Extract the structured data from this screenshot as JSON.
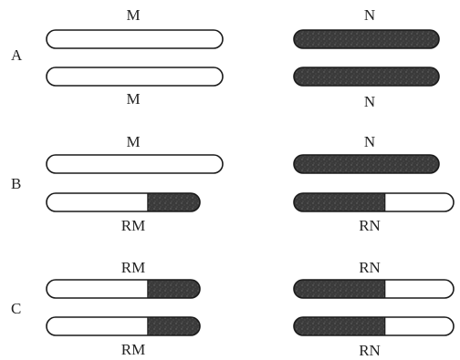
{
  "colors": {
    "outline": "#1a1a1a",
    "white_segment": "#ffffff",
    "dark_segment": "#3a3a3a",
    "background": "#ffffff"
  },
  "rows": {
    "A": "A",
    "B": "B",
    "C": "C"
  },
  "labels": {
    "A_left_top": "M",
    "A_left_bottom": "M",
    "A_right_top": "N",
    "A_right_bottom": "N",
    "B_left_top": "M",
    "B_left_bottom": "RM",
    "B_right_top": "N",
    "B_right_bottom": "RN",
    "C_left_top": "RM",
    "C_left_bottom": "RM",
    "C_right_top": "RN",
    "C_right_bottom": "RN"
  },
  "chromosomes": {
    "A_left_top": {
      "dark_fraction": 0.0,
      "dark_side": "none"
    },
    "A_left_bottom": {
      "dark_fraction": 0.0,
      "dark_side": "none"
    },
    "A_right_top": {
      "dark_fraction": 1.0,
      "dark_side": "all"
    },
    "A_right_bottom": {
      "dark_fraction": 1.0,
      "dark_side": "all"
    },
    "B_left_top": {
      "dark_fraction": 0.0,
      "dark_side": "none"
    },
    "B_left_bottom": {
      "dark_fraction": 0.34,
      "dark_side": "right"
    },
    "B_right_top": {
      "dark_fraction": 1.0,
      "dark_side": "all"
    },
    "B_right_bottom": {
      "dark_fraction": 0.57,
      "dark_side": "left"
    },
    "C_left_top": {
      "dark_fraction": 0.34,
      "dark_side": "right"
    },
    "C_left_bottom": {
      "dark_fraction": 0.34,
      "dark_side": "right"
    },
    "C_right_top": {
      "dark_fraction": 0.57,
      "dark_side": "left"
    },
    "C_right_bottom": {
      "dark_fraction": 0.57,
      "dark_side": "left"
    }
  }
}
